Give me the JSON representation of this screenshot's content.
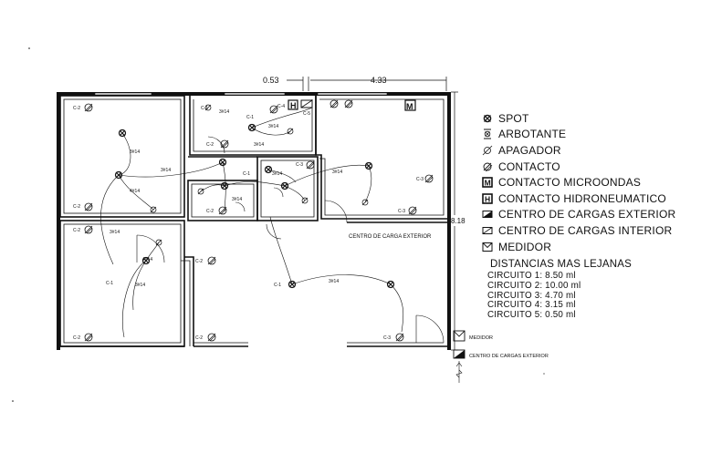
{
  "dimensions": {
    "width_top_left": "0.53",
    "width_top_right": "4.33",
    "height_right": "8.18"
  },
  "legend": [
    {
      "icon": "spot-icon",
      "label": "SPOT"
    },
    {
      "icon": "arbotante-icon",
      "label": "ARBOTANTE"
    },
    {
      "icon": "apagador-icon",
      "label": "APAGADOR"
    },
    {
      "icon": "contacto-icon",
      "label": "CONTACTO"
    },
    {
      "icon": "contacto-microondas-icon",
      "label": "CONTACTO MICROONDAS"
    },
    {
      "icon": "contacto-hidroneumatico-icon",
      "label": "CONTACTO HIDRONEUMATICO"
    },
    {
      "icon": "centro-cargas-exterior-icon",
      "label": "CENTRO DE CARGAS EXTERIOR"
    },
    {
      "icon": "centro-cargas-interior-icon",
      "label": "CENTRO DE CARGAS INTERIOR"
    },
    {
      "icon": "medidor-icon",
      "label": "MEDIDOR"
    }
  ],
  "distances": {
    "title": "DISTANCIAS MAS LEJANAS",
    "rows": [
      "CIRCUITO 1: 8.50 ml",
      "CIRCUITO 2: 10.00 ml",
      "CIRCUITO 3: 4.70 ml",
      "CIRCUITO 4: 3.15 ml",
      "CIRCUITO 5: 0.50 ml"
    ]
  },
  "plan_labels": {
    "centro_carga_exterior": "CENTRO DE CARGA EXTERIOR",
    "medidor": "MEDIDOR",
    "centro_cargas_exterior": "CENTRO DE CARGAS EXTERIOR",
    "wire_label": "3#14",
    "wire_label_alt": "4#14",
    "c1": "C-1",
    "c2": "C-2",
    "c3": "C-3",
    "c4": "C-4",
    "c5": "C-5",
    "m_letter": "M",
    "h_letter": "H"
  },
  "colors": {
    "line": "#111111",
    "background": "#ffffff"
  }
}
